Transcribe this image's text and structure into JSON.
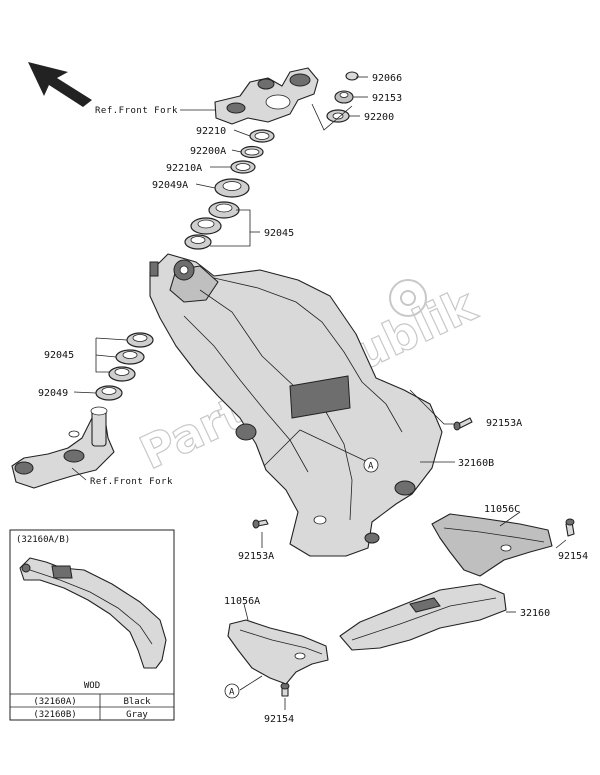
{
  "labels": {
    "p92066": "92066",
    "p92153": "92153",
    "p92200": "92200",
    "p92210": "92210",
    "p92200A": "92200A",
    "p92210A": "92210A",
    "p92049A": "92049A",
    "p92045_top": "92045",
    "p92045_left": "92045",
    "p92049": "92049",
    "p92153A_right": "92153A",
    "p32160B": "32160B",
    "p11056C": "11056C",
    "p92154_right": "92154",
    "p32160": "32160",
    "p92153A_left": "92153A",
    "p11056A": "11056A",
    "p92154_bottom": "92154",
    "ref_top": "Ref.Front Fork",
    "ref_bottom": "Ref.Front Fork",
    "callout_a": "A",
    "callout_a2": "A"
  },
  "watermark": "PartsRepublik",
  "inset": {
    "title": "(32160A/B)",
    "table_header": "WOD",
    "rows": [
      {
        "code": "(32160A)",
        "color": "Black"
      },
      {
        "code": "(32160B)",
        "color": "Gray"
      }
    ]
  }
}
